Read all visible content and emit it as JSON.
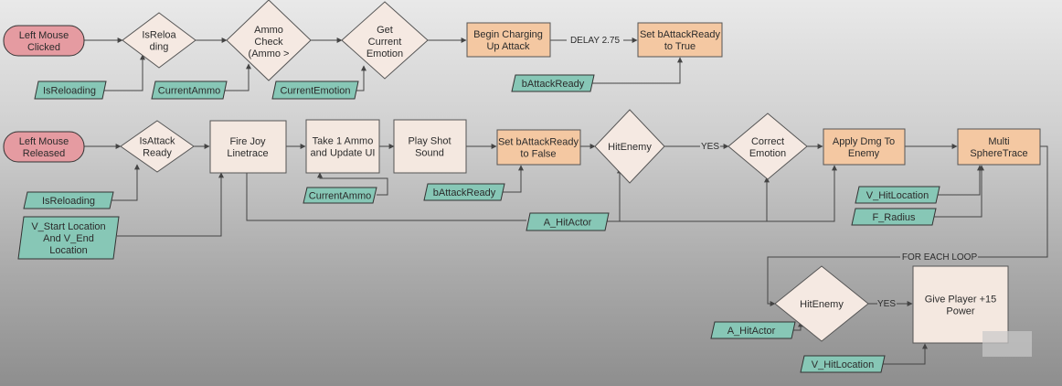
{
  "nodes": {
    "n1": {
      "type": "start",
      "lines": [
        "Left Mouse",
        "Clicked"
      ]
    },
    "n2": {
      "type": "decision",
      "lines": [
        "IsReloa",
        "ding"
      ]
    },
    "n3": {
      "type": "decision",
      "lines": [
        "Ammo",
        "Check",
        "(Ammo >"
      ]
    },
    "n4": {
      "type": "decision",
      "lines": [
        "Get",
        "Current",
        "Emotion"
      ]
    },
    "n5": {
      "type": "action",
      "lines": [
        "Begin Charging",
        "Up Attack"
      ]
    },
    "n6": {
      "type": "action",
      "lines": [
        "Set bAttackReady",
        "to True"
      ]
    },
    "v1": {
      "type": "variable",
      "lines": [
        "IsReloading"
      ]
    },
    "v2": {
      "type": "variable",
      "lines": [
        "CurrentAmmo"
      ]
    },
    "v3": {
      "type": "variable",
      "lines": [
        "CurrentEmotion"
      ]
    },
    "v4": {
      "type": "variable",
      "lines": [
        "bAttackReady"
      ]
    },
    "m1": {
      "type": "start",
      "lines": [
        "Left Mouse",
        "Released"
      ]
    },
    "m2": {
      "type": "decision",
      "lines": [
        "IsAttack",
        "Ready"
      ]
    },
    "m3": {
      "type": "process",
      "lines": [
        "Fire Joy",
        "Linetrace"
      ]
    },
    "m4": {
      "type": "process",
      "lines": [
        "Take 1 Ammo",
        "and Update UI"
      ]
    },
    "m5": {
      "type": "process",
      "lines": [
        "Play Shot",
        "Sound"
      ]
    },
    "m6": {
      "type": "action",
      "lines": [
        "Set bAttackReady",
        "to False"
      ]
    },
    "m7": {
      "type": "decision",
      "lines": [
        "HitEnemy"
      ]
    },
    "m8": {
      "type": "decision",
      "lines": [
        "Correct",
        "Emotion"
      ]
    },
    "m9": {
      "type": "action",
      "lines": [
        "Apply Dmg To",
        "Enemy"
      ]
    },
    "m10": {
      "type": "action",
      "lines": [
        "Multi",
        "SphereTrace"
      ]
    },
    "w1": {
      "type": "variable",
      "lines": [
        "IsReloading"
      ]
    },
    "w2": {
      "type": "variable",
      "lines": [
        "V_Start Location",
        "And V_End",
        "Location"
      ]
    },
    "w3": {
      "type": "variable",
      "lines": [
        "CurrentAmmo"
      ]
    },
    "w4": {
      "type": "variable",
      "lines": [
        "bAttackReady"
      ]
    },
    "w5": {
      "type": "variable",
      "lines": [
        "A_HitActor"
      ]
    },
    "w6": {
      "type": "variable",
      "lines": [
        "V_HitLocation"
      ]
    },
    "w7": {
      "type": "variable",
      "lines": [
        "F_Radius"
      ]
    },
    "b1": {
      "type": "decision",
      "lines": [
        "HitEnemy"
      ]
    },
    "b2": {
      "type": "process",
      "lines": [
        "Give Player +15",
        "Power"
      ]
    },
    "x1": {
      "type": "variable",
      "lines": [
        "A_HitActor"
      ]
    },
    "x2": {
      "type": "variable",
      "lines": [
        "V_HitLocation"
      ]
    }
  },
  "edge_labels": {
    "delay": "DELAY 2.75",
    "yes1": "YES",
    "yes2": "YES",
    "loop": "FOR EACH LOOP"
  },
  "colors": {
    "start": "#e59ba1",
    "decision": "#f5e9e2",
    "process": "#f4e8e0",
    "action": "#f4c8a2",
    "variable": "#87c7b6"
  }
}
